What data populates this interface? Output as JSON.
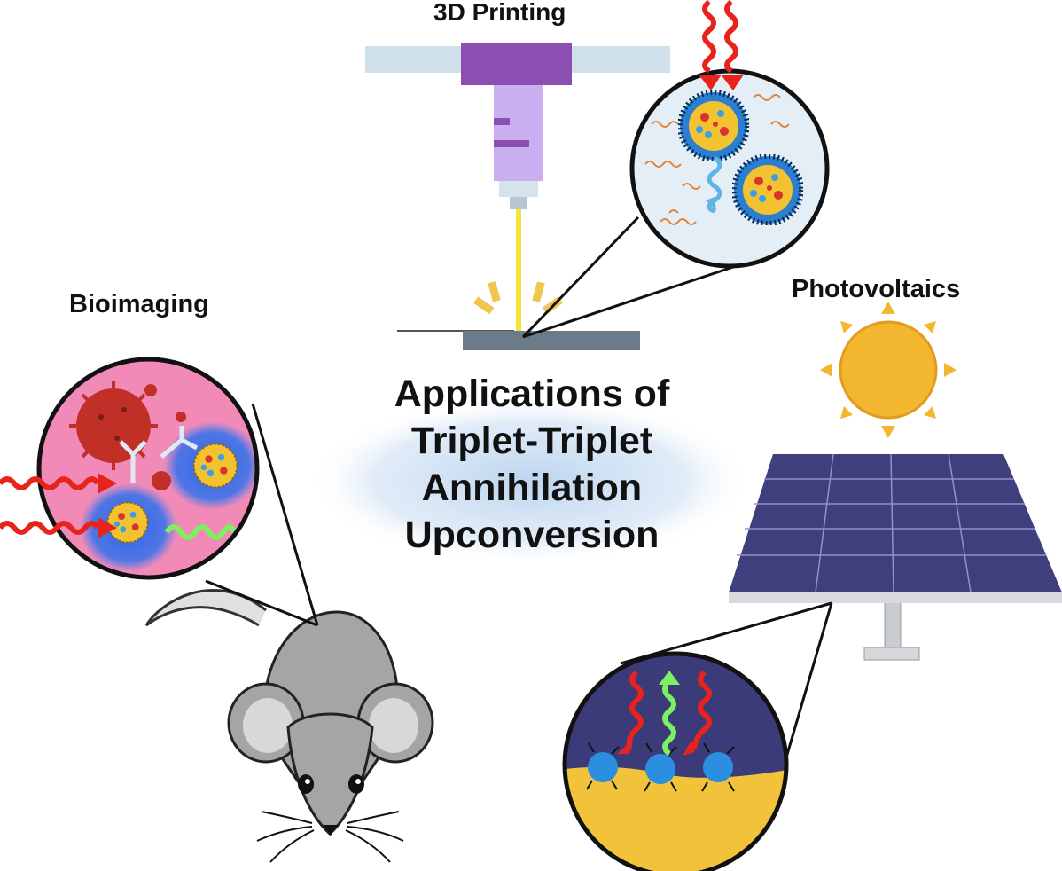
{
  "labels": {
    "printing": "3D Printing",
    "bioimaging": "Bioimaging",
    "photovoltaics": "Photovoltaics"
  },
  "title": {
    "line1": "Applications of",
    "line2": "Triplet-Triplet",
    "line3": "Annihilation",
    "line4": "Upconversion"
  },
  "colors": {
    "excitation_arrow": "#e8231c",
    "upconverted_arrow": "#7cf060",
    "printer_light": "#f5e33a",
    "printer_head": "#8a4fb0",
    "sun": "#f2b62f",
    "solar_panel": "#3e3f7c",
    "bio_background": "#f28ab8",
    "pv_semiconductor": "#f2c23a"
  }
}
